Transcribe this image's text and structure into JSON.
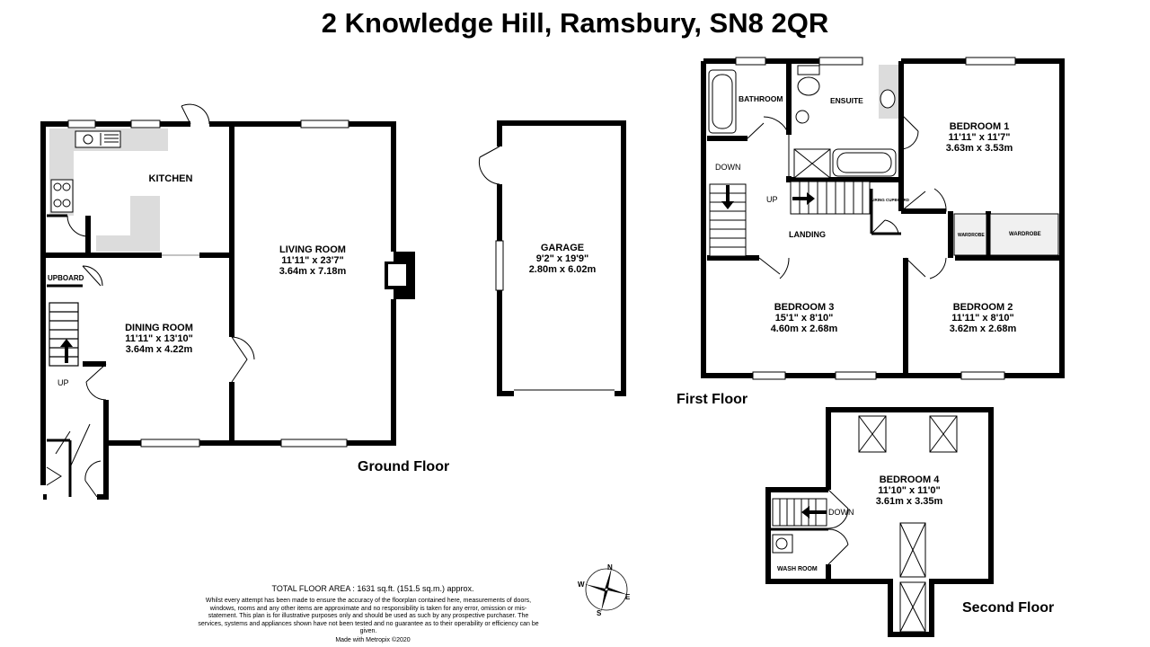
{
  "title": "2 Knowledge Hill, Ramsbury, SN8 2QR",
  "floors": {
    "ground": "Ground Floor",
    "first": "First Floor",
    "second": "Second Floor"
  },
  "rooms": {
    "kitchen": {
      "name": "KITCHEN"
    },
    "living": {
      "name": "LIVING ROOM",
      "imperial": "11'11\"  x 23'7\"",
      "metric": "3.64m  x 7.18m"
    },
    "dining": {
      "name": "DINING ROOM",
      "imperial": "11'11\"  x 13'10\"",
      "metric": "3.64m  x 4.22m"
    },
    "cupboard": {
      "name": "UPBOARD"
    },
    "garage": {
      "name": "GARAGE",
      "imperial": "9'2\"  x 19'9\"",
      "metric": "2.80m  x 6.02m"
    },
    "bathroom": {
      "name": "BATHROOM"
    },
    "ensuite": {
      "name": "ENSUITE"
    },
    "bedroom1": {
      "name": "BEDROOM 1",
      "imperial": "11'11\"  x 11'7\"",
      "metric": "3.63m  x 3.53m"
    },
    "bedroom2": {
      "name": "BEDROOM 2",
      "imperial": "11'11\"  x 8'10\"",
      "metric": "3.62m  x 2.68m"
    },
    "bedroom3": {
      "name": "BEDROOM 3",
      "imperial": "15'1\"  x 8'10\"",
      "metric": "4.60m  x 2.68m"
    },
    "bedroom4": {
      "name": "BEDROOM 4",
      "imperial": "11'10\"  x 11'0\"",
      "metric": "3.61m  x 3.35m"
    },
    "landing": {
      "name": "LANDING"
    },
    "wardrobe1": {
      "name": "WARDROBE"
    },
    "wardrobe2": {
      "name": "WARDROBE"
    },
    "airing": {
      "name": "AIRING CUPBOARD"
    },
    "washroom": {
      "name": "WASH ROOM"
    }
  },
  "stairs": {
    "ground_up": "UP",
    "first_down": "DOWN",
    "first_up": "UP",
    "second_down": "DOWN"
  },
  "footer": {
    "total_area": "TOTAL FLOOR AREA : 1631 sq.ft. (151.5 sq.m.) approx.",
    "disclaimer": "Whilst every attempt has been made to ensure the accuracy of the floorplan contained here, measurements of doors, windows, rooms and any other items are approximate and no responsibility is taken for any error, omission or mis-statement. This plan is for illustrative purposes only and should be used as such by any prospective purchaser. The services, systems and appliances shown have not been tested and no guarantee as to their operability or efficiency can be given.",
    "made_with": "Made with Metropix ©2020"
  },
  "compass": {
    "n": "N",
    "e": "E",
    "s": "S",
    "w": "W"
  },
  "colors": {
    "wall": "#000000",
    "fixture": "#dcdcdc",
    "background": "#ffffff"
  }
}
